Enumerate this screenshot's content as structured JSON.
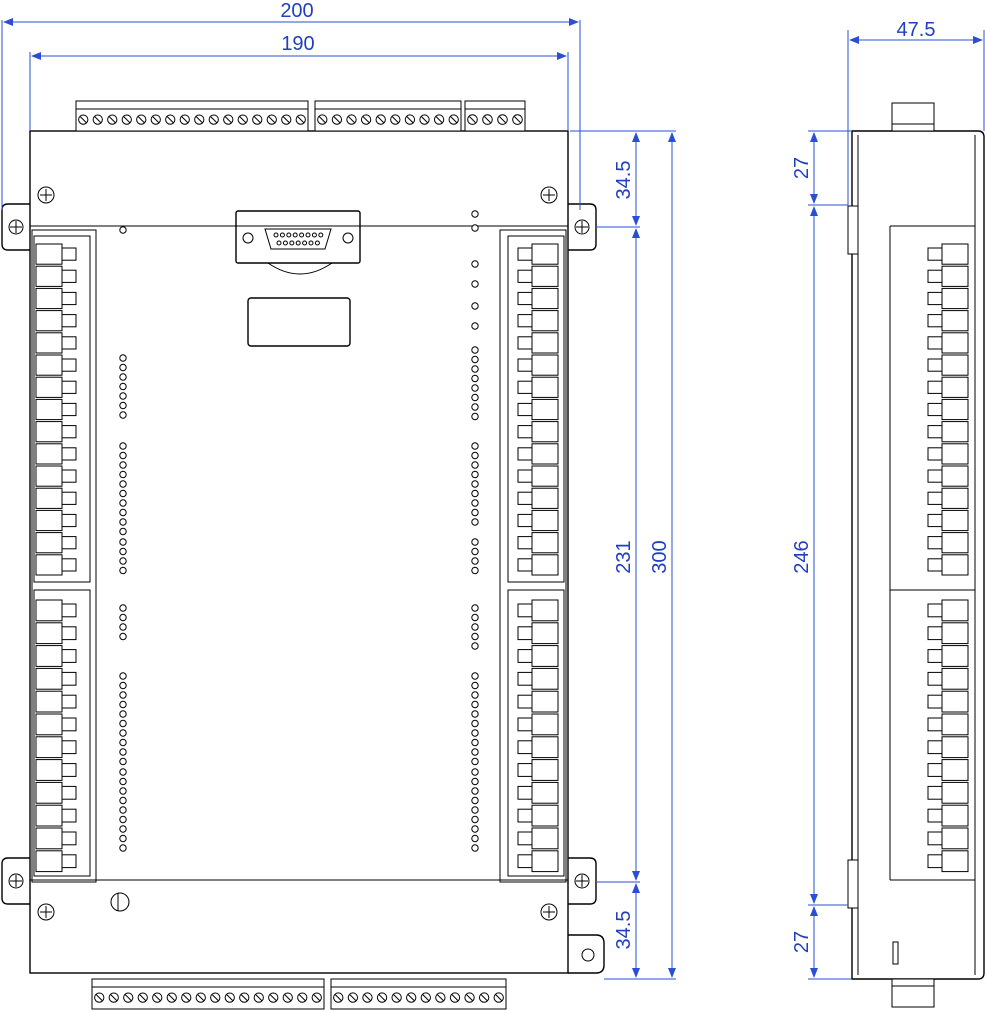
{
  "dimensions": {
    "top_overall_width": "200",
    "top_inner_width": "190",
    "right_upper_offset": "34.5",
    "right_mount_span": "231",
    "right_overall_height": "300",
    "right_lower_offset": "34.5",
    "side_depth": "47.5",
    "side_upper_offset": "27",
    "side_body_span": "246",
    "side_lower_offset": "27"
  },
  "colors": {
    "dimension": "#2a4fd6",
    "outline": "#000000",
    "background": "#ffffff"
  }
}
